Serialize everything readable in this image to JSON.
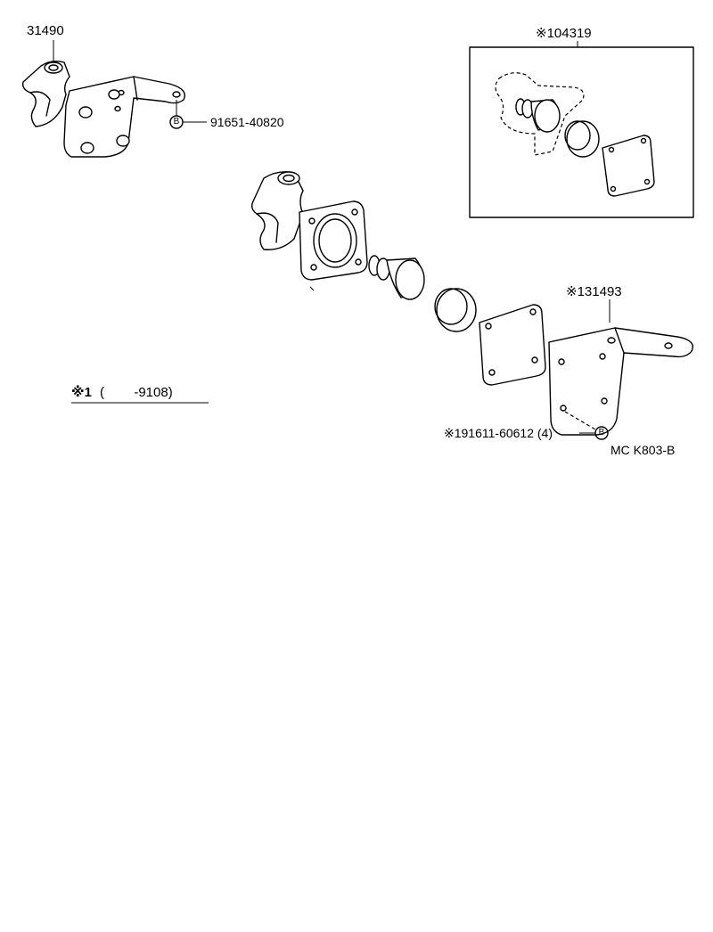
{
  "labels": {
    "part_31490": "31490",
    "bolt_b_top": "91651-40820",
    "kit_104319": "※104319",
    "bracket_131493": "※131493",
    "bolt_b_bottom": "※191611-60612 (4)",
    "bolt_ref_symbol": "B",
    "footnote_marker": "※1",
    "footnote_range": "(        -9108)",
    "drawing_code": "MC K803-B"
  }
}
